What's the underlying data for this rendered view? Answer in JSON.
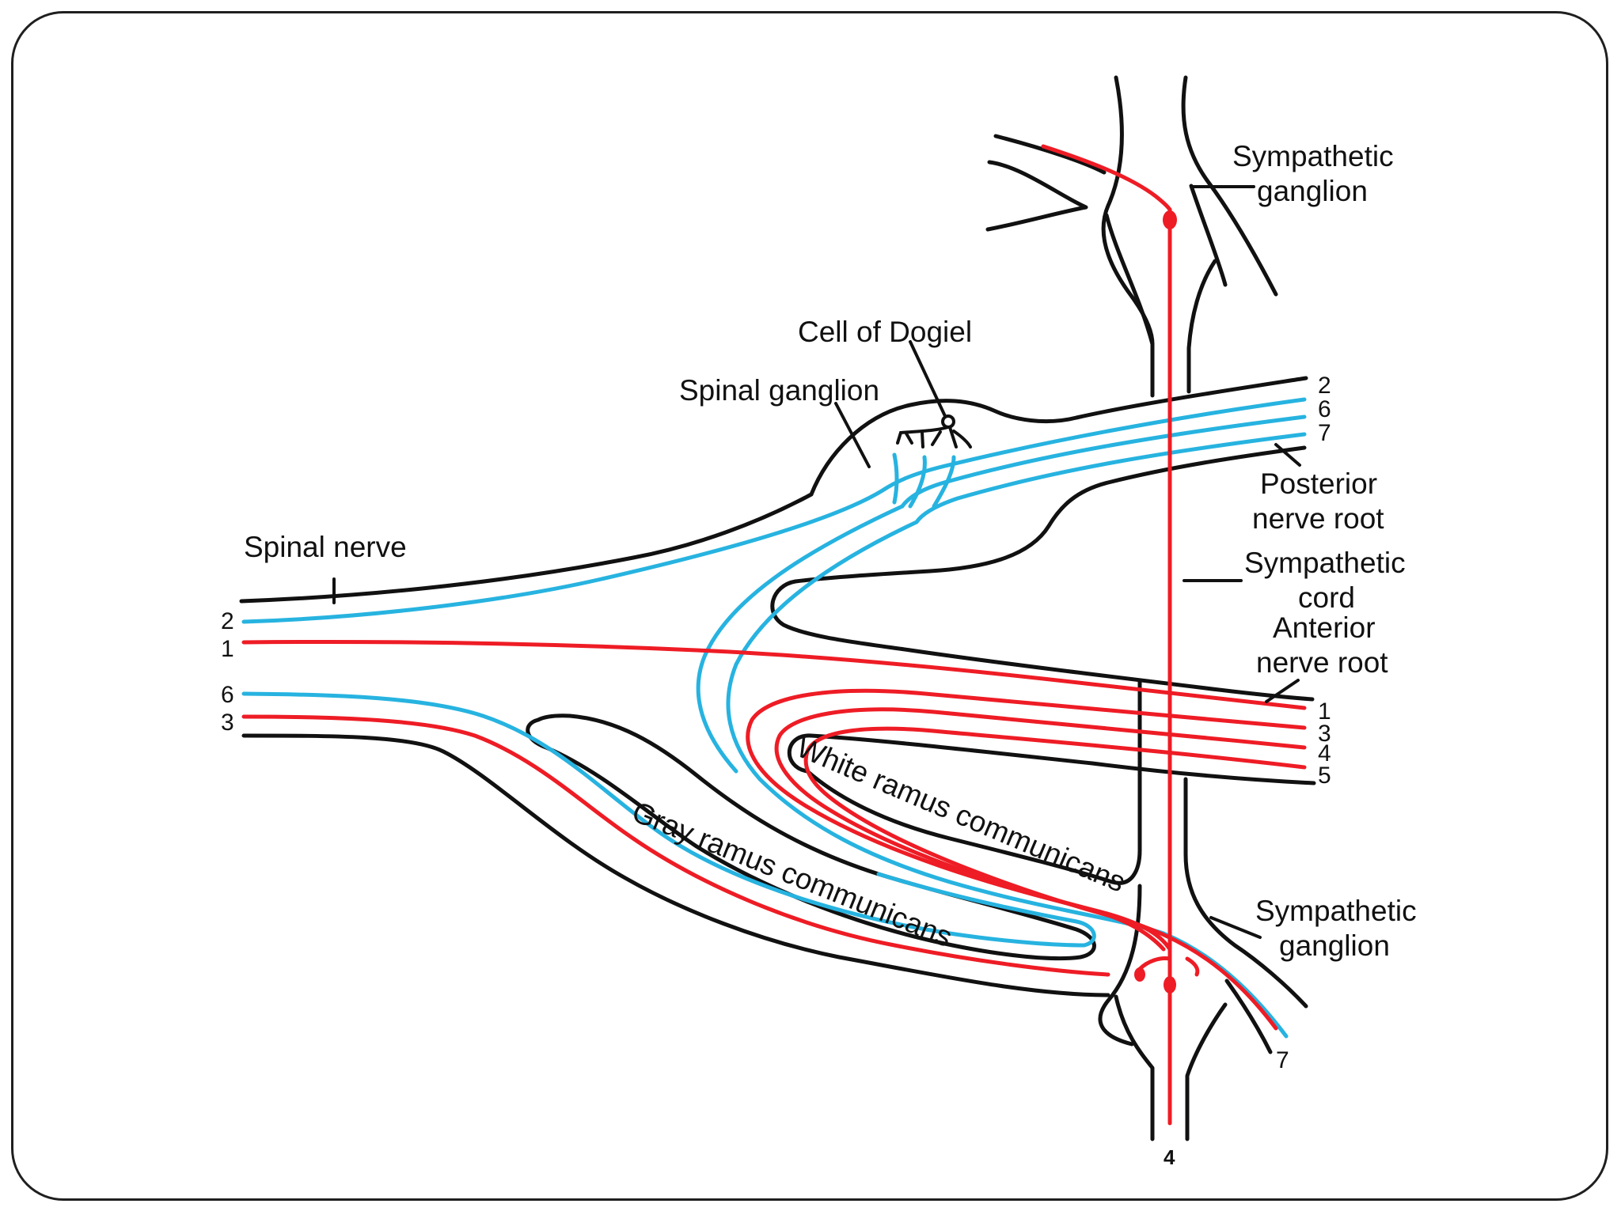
{
  "colors": {
    "outline": "#111111",
    "efferent": "#ee1c25",
    "afferent": "#27b3e0",
    "frame": "#1f1f1f"
  },
  "labels": {
    "sympathetic_ganglion_top_1": "Sympathetic",
    "sympathetic_ganglion_top_2": "ganglion",
    "cell_of_dogiel": "Cell of Dogiel",
    "spinal_ganglion": "Spinal ganglion",
    "posterior_root_1": "Posterior",
    "posterior_root_2": "nerve root",
    "spinal_nerve": "Spinal nerve",
    "sympathetic_cord_1": "Sympathetic",
    "sympathetic_cord_2": "cord",
    "anterior_root_1": "Anterior",
    "anterior_root_2": "nerve root",
    "white_ramus": "White ramus communicans",
    "gray_ramus": "Gray ramus communicans",
    "sympathetic_ganglion_bottom_1": "Sympathetic",
    "sympathetic_ganglion_bottom_2": "ganglion"
  },
  "fiber_numbers": {
    "posterior": [
      "2",
      "6",
      "7"
    ],
    "spinal_left": [
      "2",
      "1",
      "6",
      "3"
    ],
    "anterior": [
      "1",
      "3",
      "4",
      "5"
    ],
    "bottom_right": "7",
    "bottom_cord": "4"
  }
}
